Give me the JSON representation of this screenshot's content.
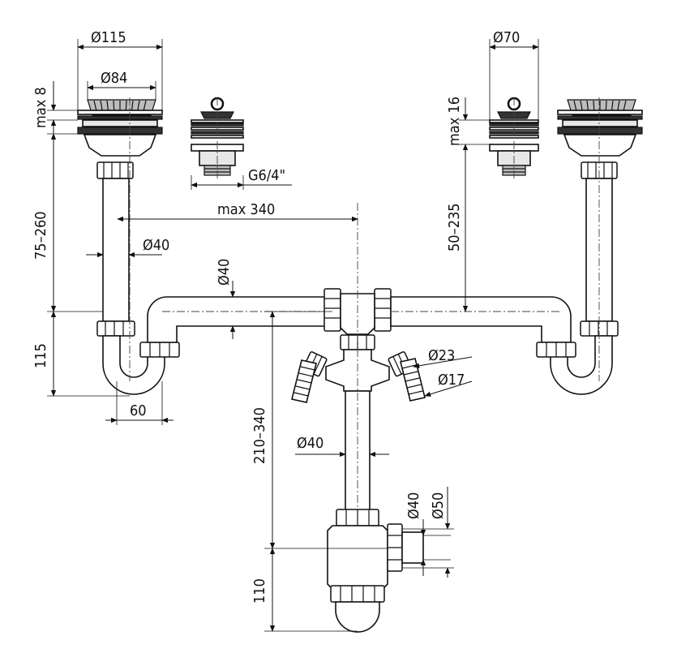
{
  "labels": {
    "d115": "Ø115",
    "d84": "Ø84",
    "max8": "max 8",
    "d70": "Ø70",
    "max16": "max 16",
    "g64": "G6/4\"",
    "max340": "max 340",
    "r75_260": "75–260",
    "d40_left": "Ø40",
    "d40_top": "Ø40",
    "r50_235": "50–235",
    "d115_trap": "115",
    "w60": "60",
    "d23": "Ø23",
    "d17": "Ø17",
    "d40_mid": "Ø40",
    "r210_340": "210–340",
    "d40_bottle": "Ø40",
    "d50_bottle": "Ø50",
    "h110": "110"
  },
  "colors": {
    "line": "#111111",
    "pipe_fill": "#e7e7e7",
    "metal": "#bdbdbd",
    "dark": "#333333"
  }
}
